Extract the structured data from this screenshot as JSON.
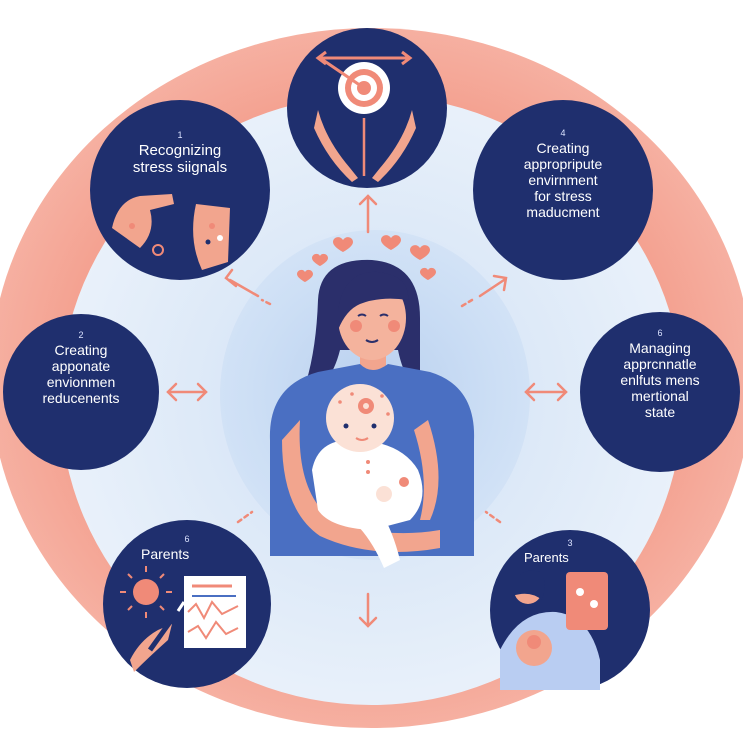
{
  "nodes": [
    {
      "id": "top",
      "number": "",
      "label": ""
    },
    {
      "id": "recognizing",
      "number": "1",
      "label": "Recognizing\nstress siignals"
    },
    {
      "id": "creating-top-right",
      "number": "4",
      "label": "Creating\nappropripute\nenvirnment\nfor stress\nmaducment"
    },
    {
      "id": "creating-left",
      "number": "2",
      "label": "Creating\napponate\nenvionmen\nreducenents"
    },
    {
      "id": "managing",
      "number": "6",
      "label": "Managing\napprcnnatle\nenlfuts mens\nmertional\nstate"
    },
    {
      "id": "parents-left",
      "number": "6",
      "label": "Parents"
    },
    {
      "id": "parents-right",
      "number": "3",
      "label": "Parents"
    }
  ],
  "colors": {
    "node_fill": "#1f2f6e",
    "accent_coral": "#f08a78",
    "halo": "#f4a08f",
    "inner_ring": "#e3edf9",
    "mother_top": "#4a6fc2",
    "mother_hair": "#2b2f6b",
    "skin": "#f2a58e",
    "baby_suit": "#ffffff"
  },
  "icons": [
    "target-icon",
    "hands-icon",
    "hand-rash-icon",
    "heart-icon",
    "sun-rash-icon",
    "chart-paper-icon",
    "pen-icon",
    "mother-baby-icon"
  ]
}
